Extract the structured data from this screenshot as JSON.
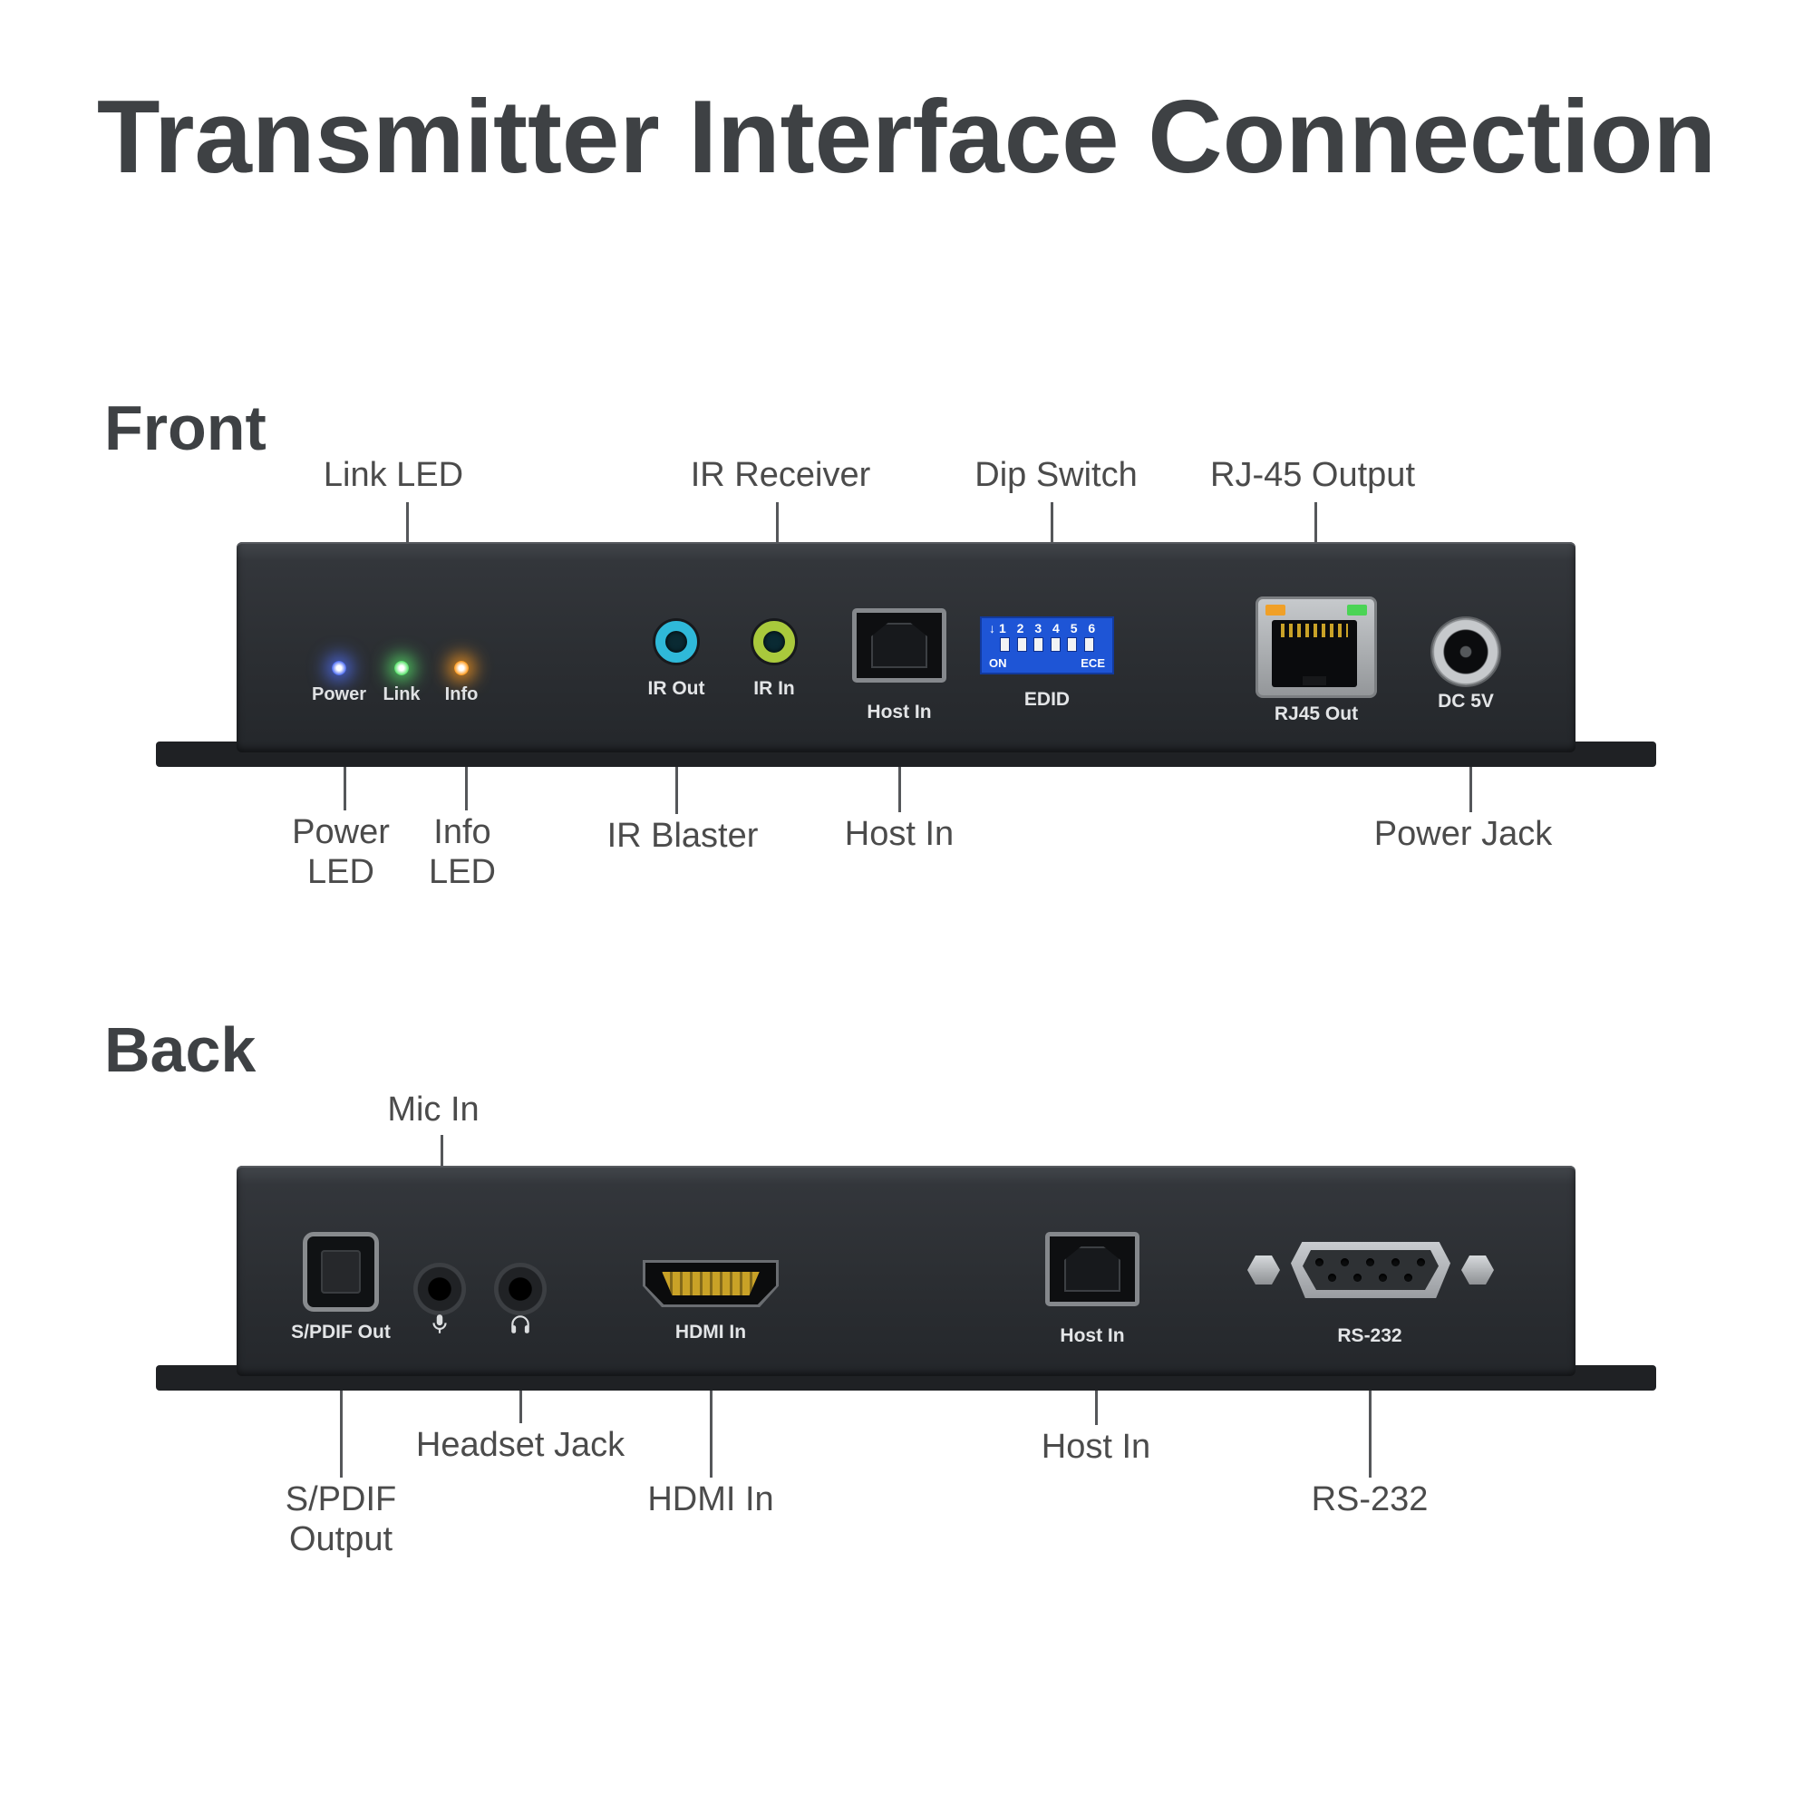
{
  "title": "Transmitter Interface Connection",
  "front": {
    "heading": "Front",
    "callouts_top": {
      "link_led": "Link LED",
      "ir_receiver": "IR Receiver",
      "dip_switch": "Dip Switch",
      "rj45_output": "RJ-45 Output"
    },
    "callouts_bottom": {
      "power_led": "Power LED",
      "info_led": "Info LED",
      "ir_blaster": "IR Blaster",
      "host_in": "Host In",
      "power_jack": "Power Jack"
    },
    "panel": {
      "leds": [
        {
          "label": "Power",
          "color": "#4f6ef2"
        },
        {
          "label": "Link",
          "color": "#57e26a"
        },
        {
          "label": "Info",
          "color": "#ff9b1f"
        }
      ],
      "ir_out_label": "IR Out",
      "ir_in_label": "IR In",
      "host_in_label": "Host In",
      "dip": {
        "arrow": "↓",
        "numbers": "1 2 3 4 5 6",
        "on_label": "ON",
        "ece_label": "ECE",
        "label": "EDID"
      },
      "rj45_label": "RJ45 Out",
      "dc_label": "DC 5V"
    }
  },
  "back": {
    "heading": "Back",
    "callouts_top": {
      "mic_in": "Mic In"
    },
    "callouts_bottom": {
      "headset_jack": "Headset Jack",
      "spdif_output": "S/PDIF Output",
      "hdmi_in": "HDMI In",
      "host_in": "Host In",
      "rs232": "RS-232"
    },
    "panel": {
      "spdif_label": "S/PDIF Out",
      "hdmi_label": "HDMI In",
      "host_in_label": "Host In",
      "rs232_label": "RS-232"
    }
  },
  "colors": {
    "ir_out_ring": "#2fb9d9",
    "ir_in_ring": "#a9c93c",
    "dip_blue": "#1e55d6",
    "rj45_led_left": "#f0a028",
    "rj45_led_right": "#4bd455",
    "hdmi_gold": "#c9a227"
  }
}
